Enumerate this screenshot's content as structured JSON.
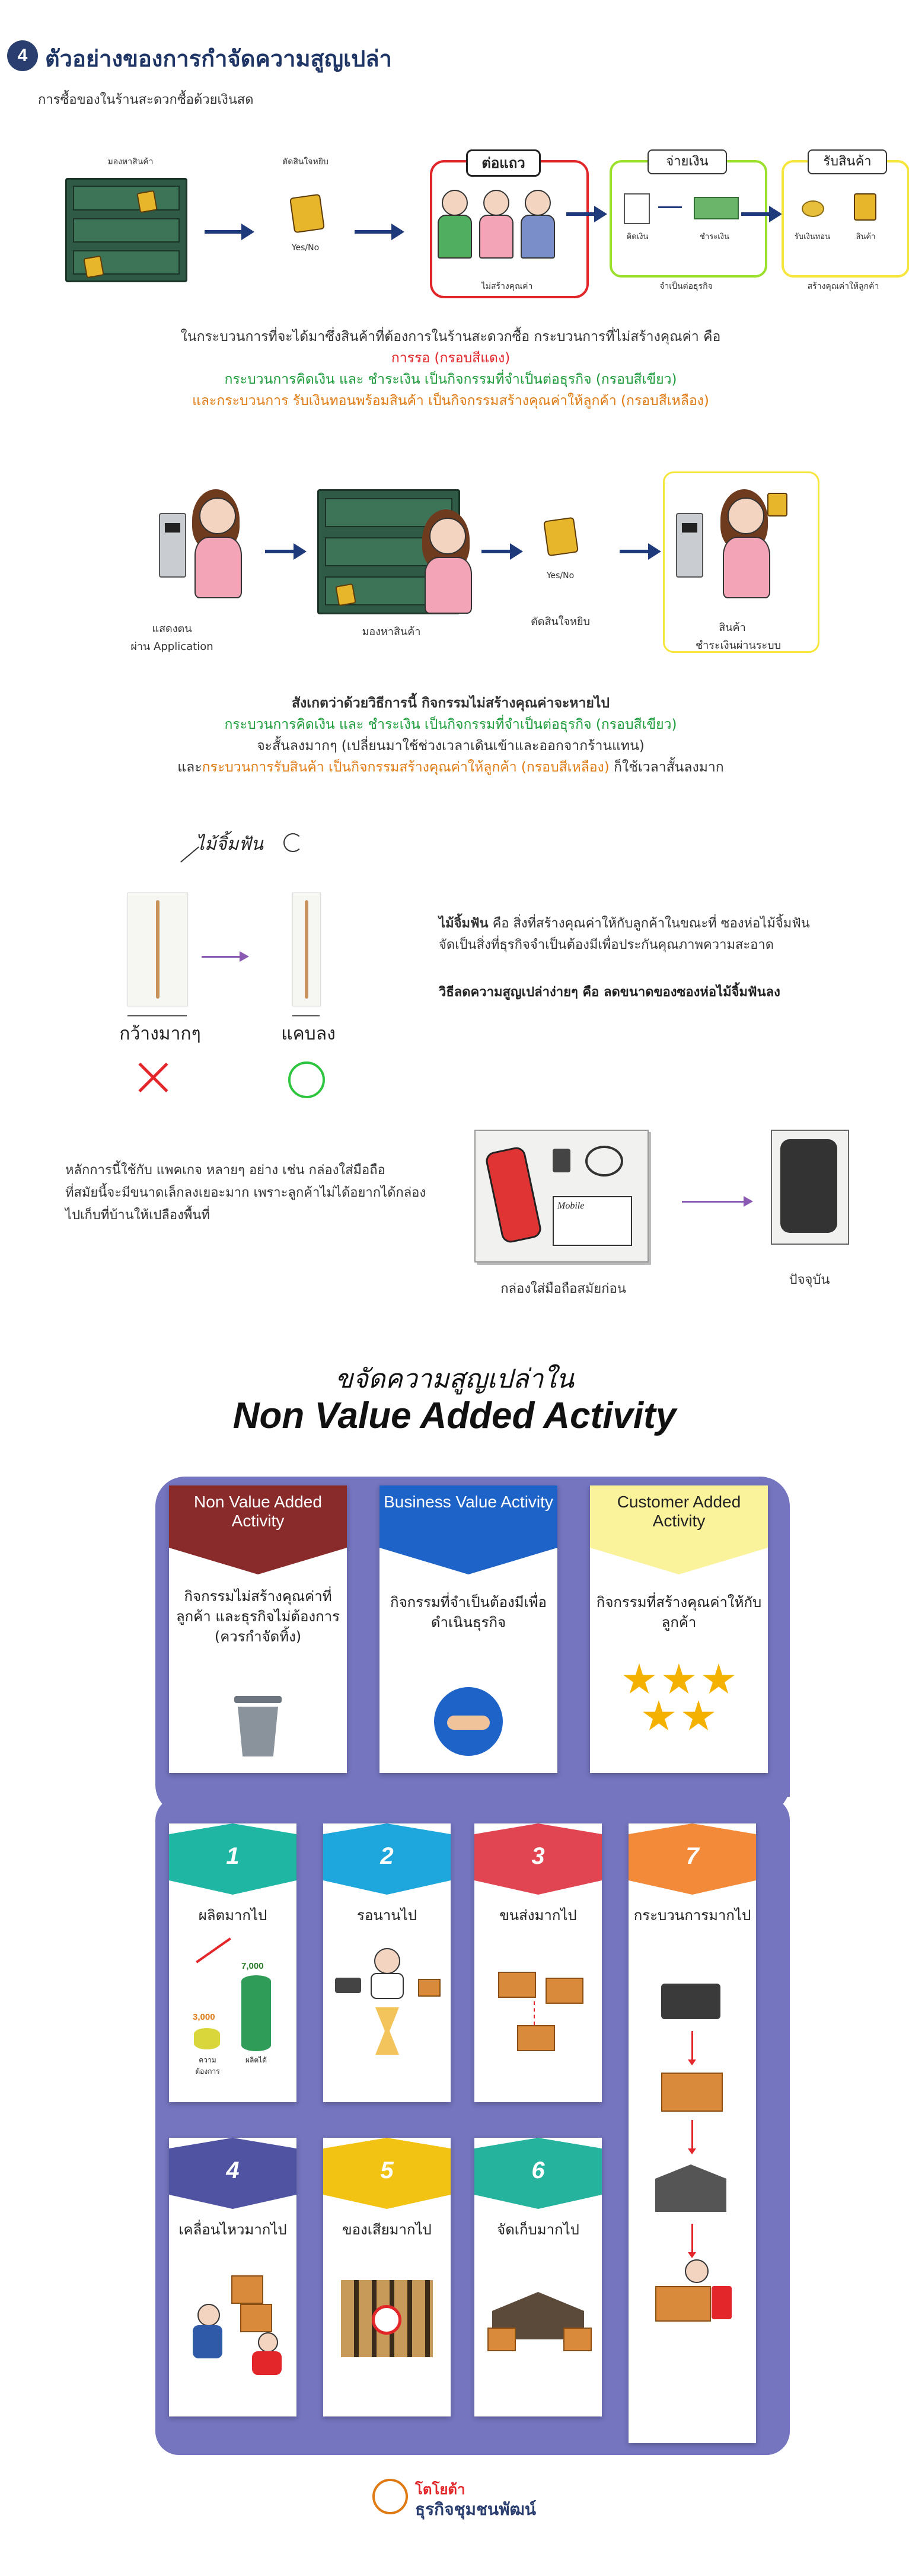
{
  "header": {
    "number": "4",
    "title": "ตัวอย่างของการกำจัดความสูญเปล่า",
    "subtitle": "การซื้อของในร้านสะดวกซื้อด้วยเงินสด"
  },
  "flow1": {
    "shelf_label": "มองหาสินค้า",
    "decide_label": "ตัดสินใจหยิบ",
    "decide_yesno": "Yes/No",
    "queue_title": "ต่อแถว",
    "queue_caption": "ไม่สร้างคุณค่า",
    "pay_title": "จ่ายเงิน",
    "pay_left": "คิดเงิน",
    "pay_right": "ชำระเงิน",
    "pay_caption": "จำเป็นต่อธุรกิจ",
    "receive_title": "รับสินค้า",
    "receive_left": "รับเงินทอน",
    "receive_right": "สินค้า",
    "receive_caption": "สร้างคุณค่าให้ลูกค้า"
  },
  "para1": {
    "l1": "ในกระบวนการที่จะได้มาซึ่งสินค้าที่ต้องการในร้านสะดวกซื้อ กระบวนการที่ไม่สร้างคุณค่า คือ",
    "l2": "การรอ (กรอบสีแดง)",
    "l3": "กระบวนการคิดเงิน และ ชำระเงิน เป็นกิจกรรมที่จำเป็นต่อธุรกิจ (กรอบสีเขียว)",
    "l4": "และกระบวนการ รับเงินทอนพร้อมสินค้า เป็นกิจกรรมสร้างคุณค่าให้ลูกค้า (กรอบสีเหลือง)"
  },
  "flow2": {
    "scan_label1": "แสดงตน",
    "scan_label2": "ผ่าน Application",
    "shelf_label": "มองหาสินค้า",
    "decide_yesno": "Yes/No",
    "decide_label": "ตัดสินใจหยิบ",
    "result_label1": "สินค้า",
    "result_label2": "ชำระเงินผ่านระบบ"
  },
  "para2": {
    "l1": "สังเกตว่าด้วยวิธีการนี้ กิจกรรมไม่สร้างคุณค่าจะหายไป",
    "l2": "กระบวนการคิดเงิน และ ชำระเงิน เป็นกิจกรรมที่จำเป็นต่อธุรกิจ (กรอบสีเขียว)",
    "l3": "จะสั้นลงมากๆ (เปลี่ยนมาใช้ช่วงเวลาเดินเข้าและออกจากร้านแทน)",
    "l4a": "และ",
    "l4b": "กระบวนการรับสินค้า เป็นกิจกรรมสร้างคุณค่าให้ลูกค้า (กรอบสีเหลือง)",
    "l4c": " ก็ใช้เวลาสั้นลงมาก"
  },
  "toothpick": {
    "handwritten": "ไม้จิ้มฟัน",
    "wide_label": "กว้างมากๆ",
    "narrow_label": "แคบลง",
    "desc_bold": "ไม้จิ้มฟัน",
    "desc_rest": " คือ สิ่งที่สร้างคุณค่าให้กับลูกค้าในขณะที่ ซองห่อไม้จิ้มฟัน",
    "desc_l2": "จัดเป็นสิ่งที่ธุรกิจจำเป็นต้องมีเพื่อประกันคุณภาพความสะอาด",
    "method": "วิธีลดความสูญเปล่าง่ายๆ คือ ลดขนาดของซองห่อไม้จิ้มฟันลง"
  },
  "packaging": {
    "l1": "หลักการนี้ใช้กับ แพคเกจ หลายๆ อย่าง เช่น กล่องใส่มือถือ",
    "l2": "ที่สมัยนี้จะมีขนาดเล็กลงเยอะมาก เพราะลูกค้าไม่ได้อยากได้กล่อง",
    "l3": "ไปเก็บที่บ้านให้เปลืองพื้นที่",
    "old_label": "กล่องใส่มือถือสมัยก่อน",
    "new_label": "ปัจจุบัน",
    "box_text": "Mobile"
  },
  "section2": {
    "title_line1": "ขจัดความสูญเปล่าใน",
    "title_line2": "Non Value Added Activity"
  },
  "cards": [
    {
      "title": "Non Value Added Activity",
      "desc": "กิจกรรมไม่สร้างคุณค่าที่ลูกค้า และธุรกิจไม่ต้องการ (ควรกำจัดทิ้ง)",
      "color": "#8a2b2b",
      "text_color": "#ffffff"
    },
    {
      "title": "Business Value Activity",
      "desc": "กิจกรรมที่จำเป็นต้องมีเพื่อดำเนินธุรกิจ",
      "color": "#1e63c8",
      "text_color": "#ffffff"
    },
    {
      "title": "Customer Added Activity",
      "desc": "กิจกรรมที่สร้างคุณค่าให้กับลูกค้า",
      "color": "#fbf39c",
      "text_color": "#222222"
    }
  ],
  "wastes": [
    {
      "num": "1",
      "label": "ผลิตมากไป",
      "color": "#1fb7a4",
      "val1": "3,000",
      "val2": "7,000",
      "cap1": "ความต้องการ",
      "cap2": "ผลิตได้"
    },
    {
      "num": "2",
      "label": "รอนานไป",
      "color": "#1da7dc"
    },
    {
      "num": "3",
      "label": "ขนส่งมากไป",
      "color": "#e24552"
    },
    {
      "num": "7",
      "label": "กระบวนการมากไป",
      "color": "#f38a3a"
    },
    {
      "num": "4",
      "label": "เคลื่อนไหวมากไป",
      "color": "#4f53a1"
    },
    {
      "num": "5",
      "label": "ของเสียมากไป",
      "color": "#f3c313"
    },
    {
      "num": "6",
      "label": "จัดเก็บมากไป",
      "color": "#25b39e"
    }
  ],
  "footer": {
    "brand1": "โตโยต้า",
    "brand2": "ธุรกิจชุมชนพัฒน์"
  }
}
